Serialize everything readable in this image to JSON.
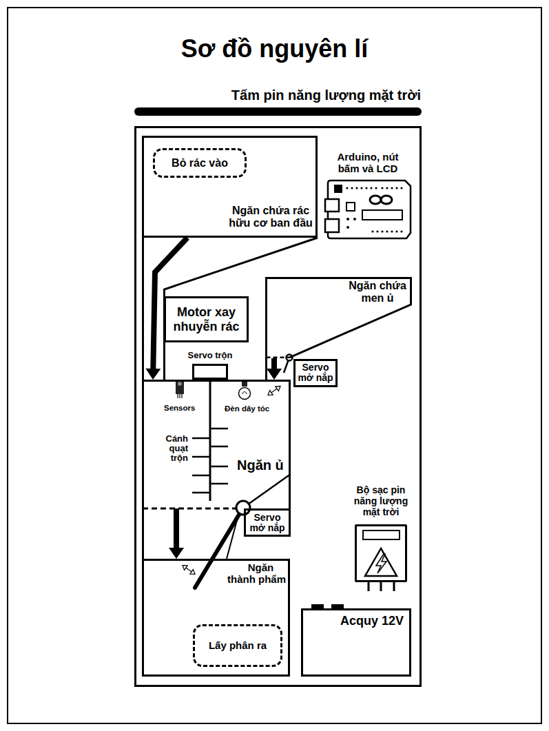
{
  "diagram": {
    "title": "Sơ đồ nguyên lí",
    "nodes": [
      {
        "text": [
          "Ngăn chứa rác hữu cơ ban đầu"
        ]
      },
      {
        "text": [
          "Bỏ rác vào"
        ],
        "in": 0
      },
      {
        "text": [
          "Motor xay nhuyễn rác"
        ]
      },
      {
        "text": [
          "Ngăn chứa men ủ"
        ]
      },
      {
        "text": [
          "Servo trộn"
        ]
      },
      {
        "text": [
          "Servo mở nắp"
        ]
      },
      {
        "text": [
          "Ngăn ủ"
        ]
      },
      {
        "text": [
          "Servo mở nắp"
        ]
      },
      {
        "text": [
          "Bộ sạc pin năng lượng mặt trời"
        ]
      },
      {
        "text": [
          "Ngăn thành phẩm"
        ]
      },
      {
        "text": [
          "Lấy phân ra"
        ],
        "in": 9
      },
      {
        "text": [
          "Acquy 12V"
        ]
      }
    ],
    "edges": [
      {
        "from": 0,
        "to": 6,
        "arrow": "to"
      },
      {
        "from": 3,
        "to": 6,
        "arrow": "to"
      },
      {
        "from": 6,
        "to": 9,
        "arrow": "to"
      }
    ],
    "labels": [
      "Tấm pin năng lượng mặt trời",
      "Arduino, nút bấm và LCD",
      "Sensors",
      "Đèn dây tóc",
      "Cánh quạt trộn"
    ]
  }
}
